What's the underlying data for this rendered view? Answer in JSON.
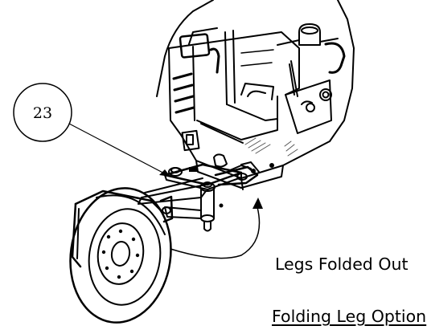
{
  "diagram": {
    "callout": {
      "number": "23"
    },
    "labels": {
      "state": "Legs Folded Out",
      "title": "Folding Leg Option"
    },
    "colors": {
      "ink": "#000000",
      "paper": "#ffffff",
      "hatch": "#555555"
    }
  }
}
